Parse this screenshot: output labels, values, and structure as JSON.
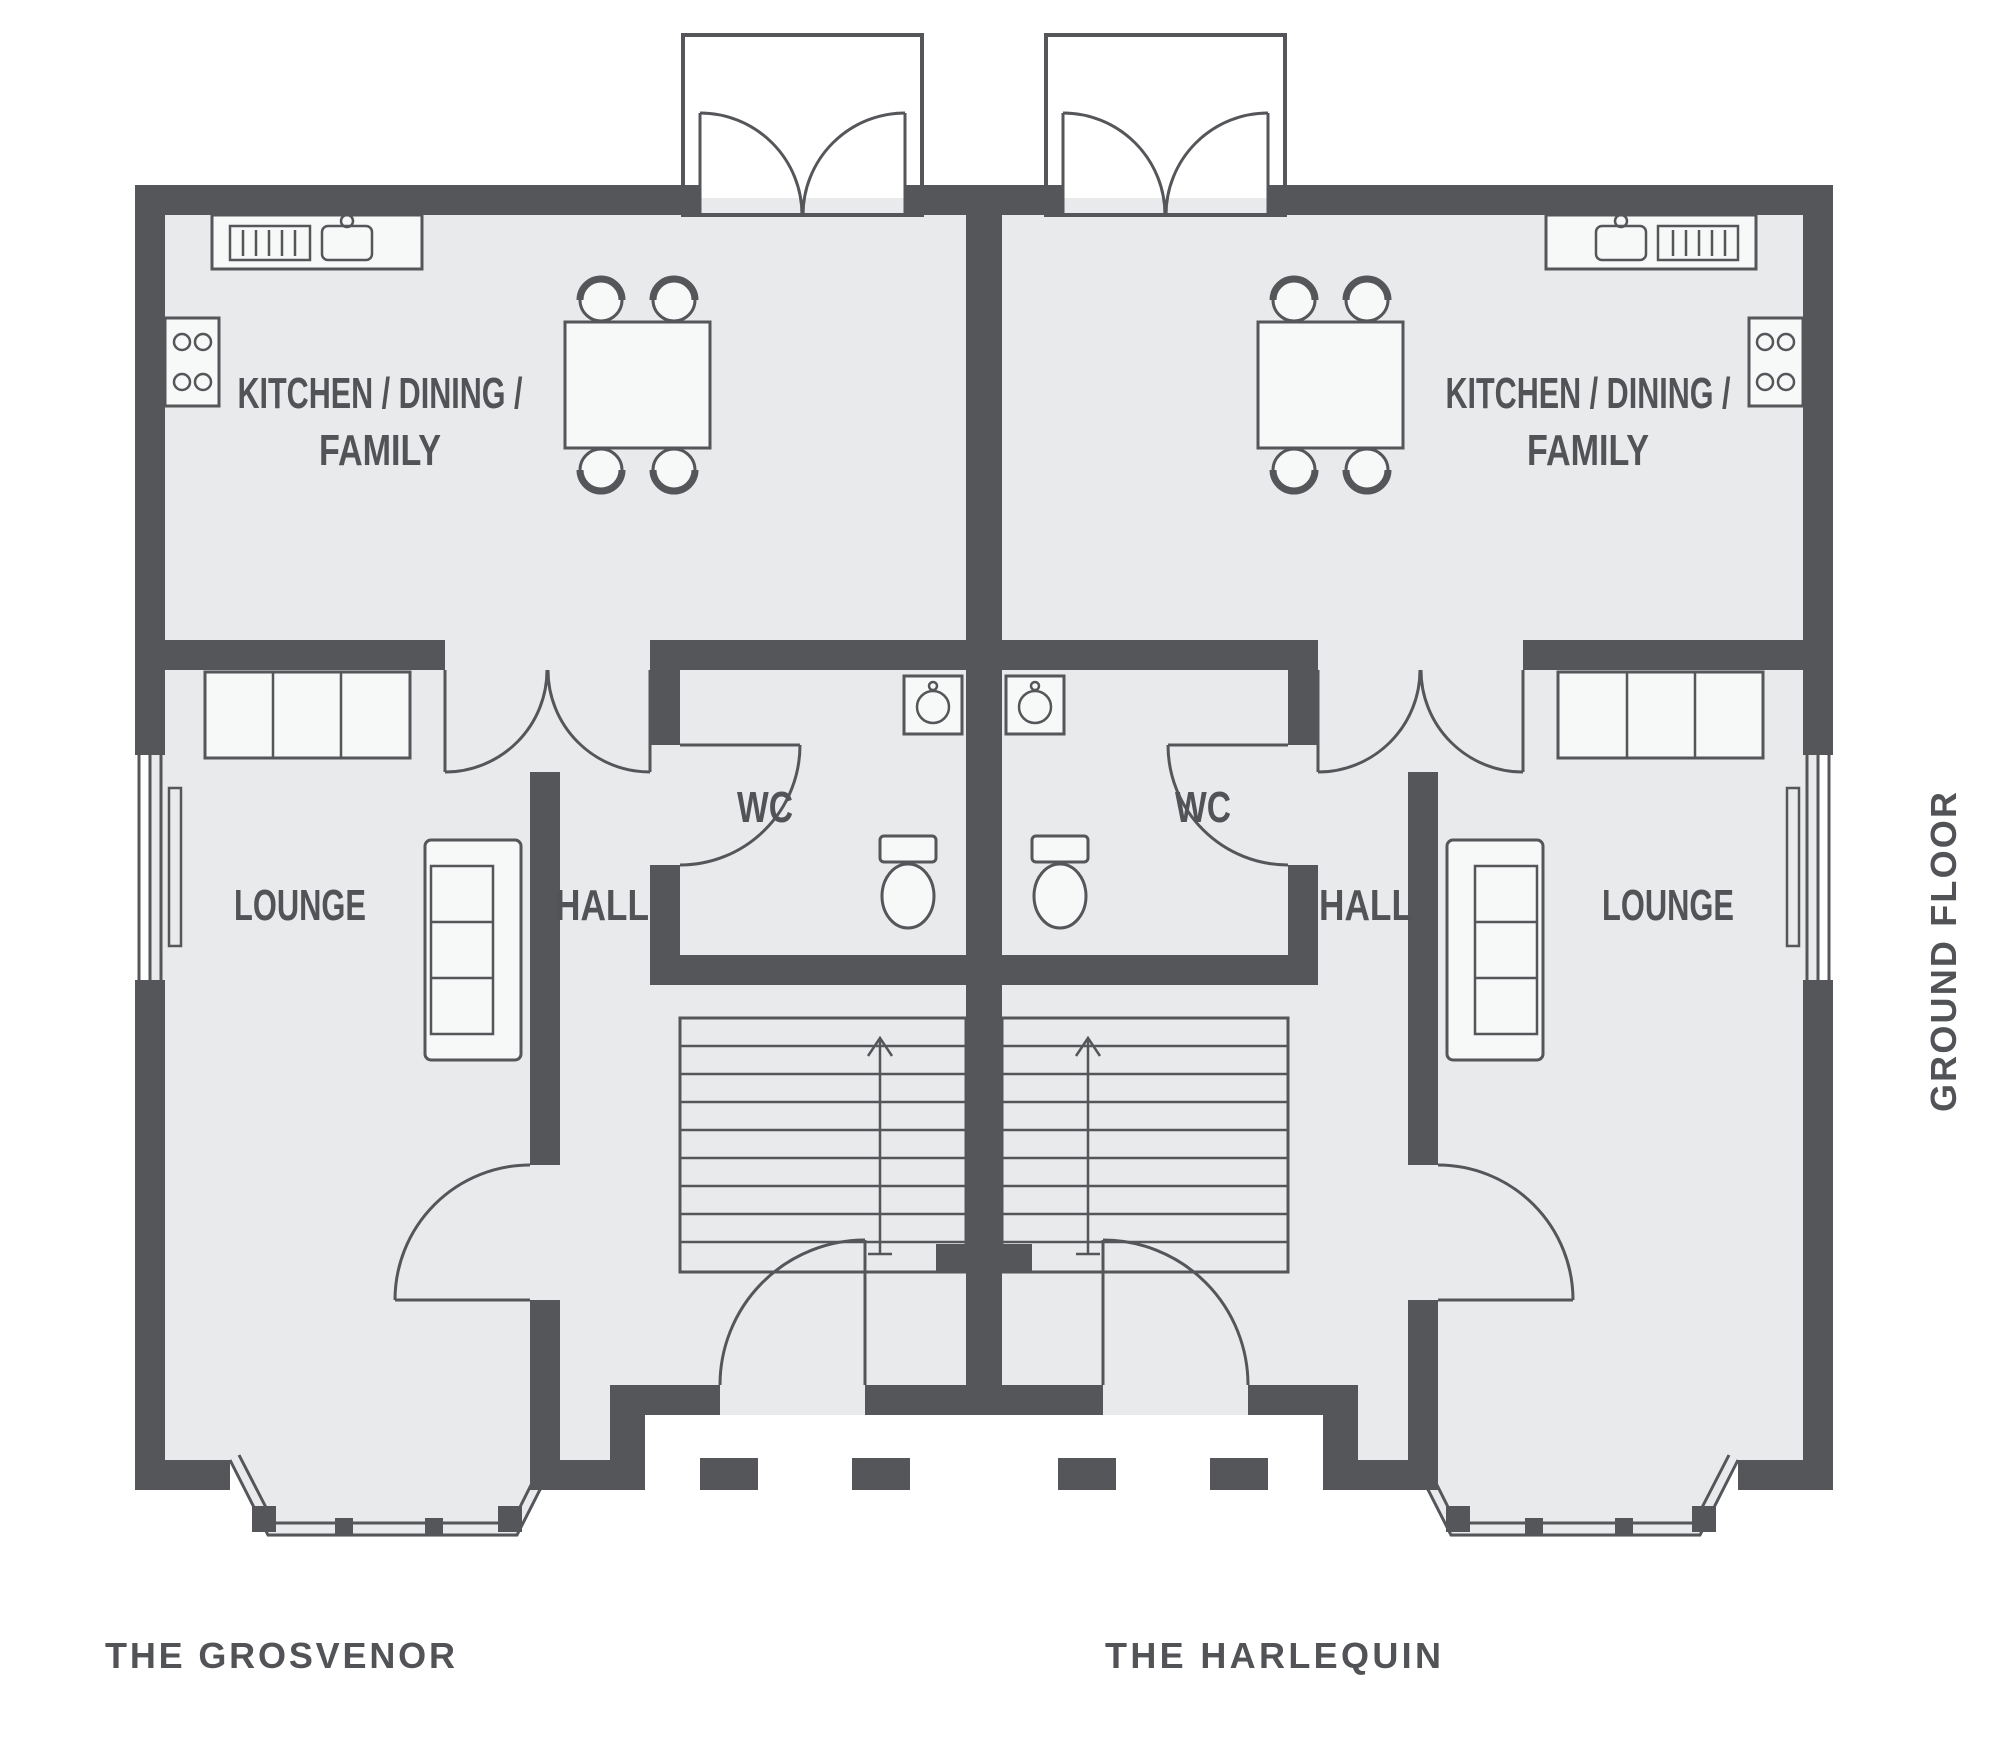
{
  "plan": {
    "rooms": {
      "kitchen_line1": "KITCHEN / DINING /",
      "kitchen_line2": "FAMILY",
      "wc": "WC",
      "hall": "HALL",
      "lounge": "LOUNGE"
    },
    "captions": {
      "left_house": "THE GROSVENOR",
      "right_house": "THE HARLEQUIN",
      "floor": "GROUND FLOOR"
    },
    "colors": {
      "wall": "#54565a",
      "floor": "#e9eaeb",
      "line": "#54565a",
      "furniture_fill": "#f7f8f8",
      "text": "#515356",
      "background": "#ffffff"
    },
    "fixtures": [
      "porch-canopy",
      "entrance-double-doors",
      "sink-unit",
      "hob",
      "dining-table",
      "dining-chair",
      "window-seat",
      "sofa",
      "radiator",
      "corner-basin",
      "toilet",
      "staircase",
      "bay-window",
      "front-door",
      "wc-door",
      "lounge-door",
      "kitchen-double-doors"
    ]
  }
}
